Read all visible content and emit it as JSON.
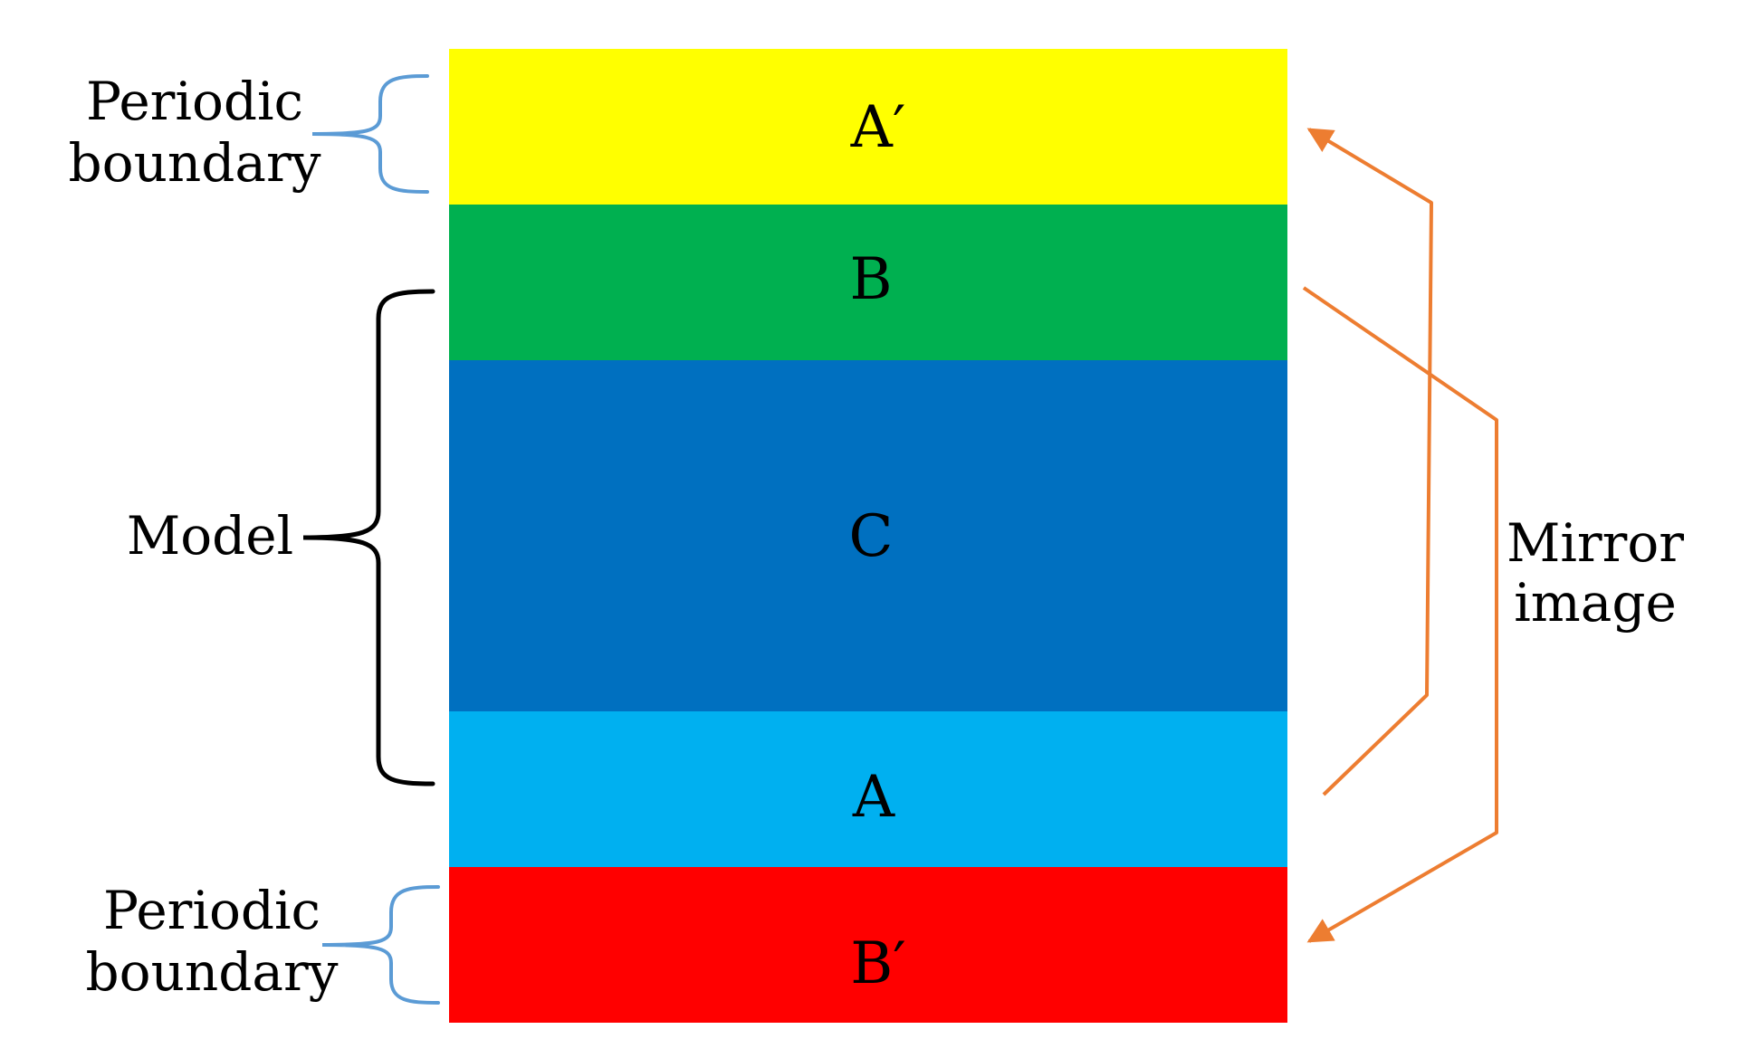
{
  "layers": [
    {
      "label": "A′",
      "color": "#ffff00",
      "role": "periodic-boundary-top"
    },
    {
      "label": "B",
      "color": "#00b050",
      "role": "model"
    },
    {
      "label": "C",
      "color": "#0070c0",
      "role": "model"
    },
    {
      "label": "A",
      "color": "#00b0f0",
      "role": "model"
    },
    {
      "label": "B′",
      "color": "#ff0000",
      "role": "periodic-boundary-bottom"
    }
  ],
  "labels": {
    "periodic_top": [
      "Periodic",
      "boundary"
    ],
    "model": "Model",
    "periodic_bottom": [
      "Periodic",
      "boundary"
    ],
    "mirror": [
      "Mirror",
      "image"
    ]
  },
  "colors": {
    "periodic_brace": "#5b9bd5",
    "model_brace": "#000000",
    "mirror_arrows": "#ed7d31"
  }
}
